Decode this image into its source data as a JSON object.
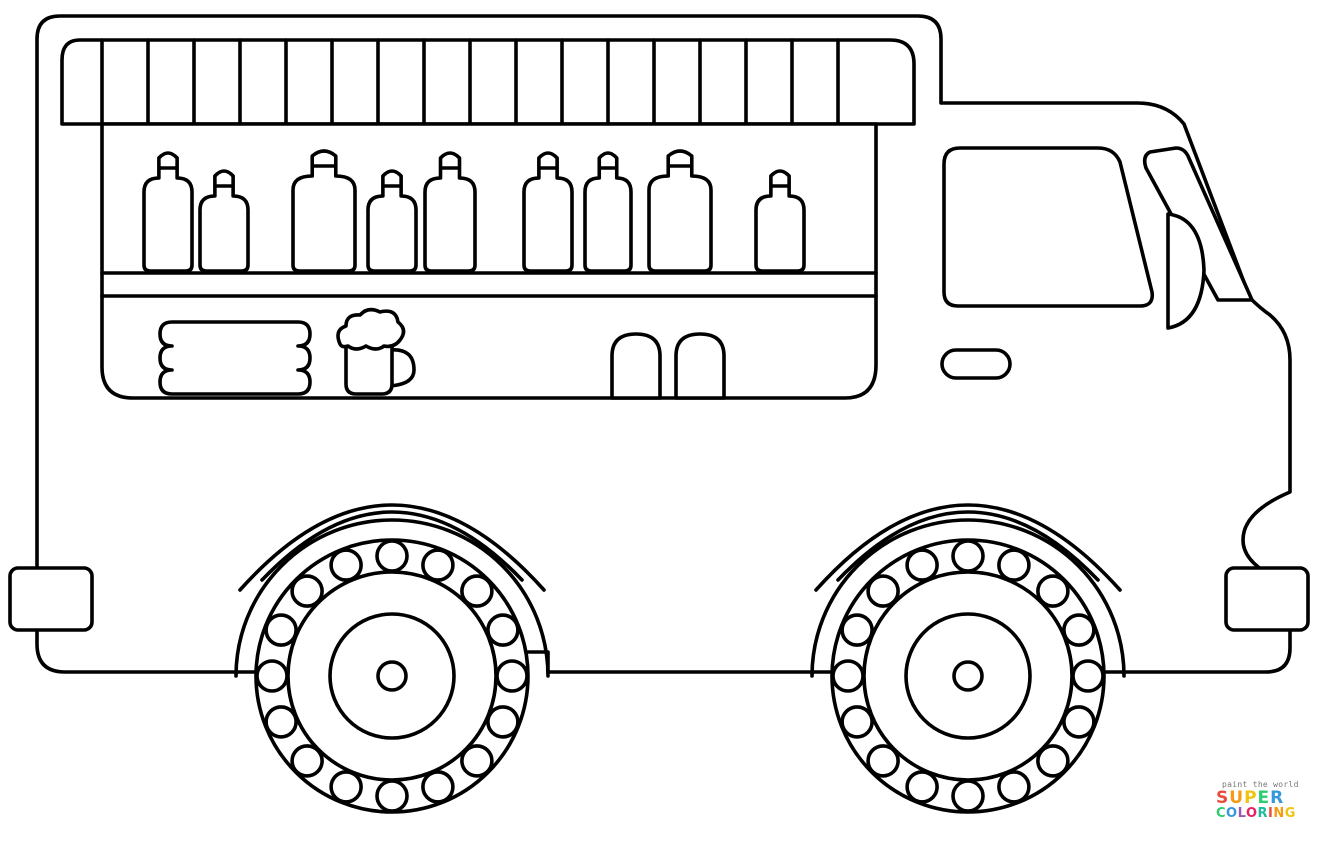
{
  "image": {
    "subject": "food-truck-coloring-page",
    "colors": {
      "stroke": "#000000",
      "fill": "#ffffff",
      "background": "#ffffff"
    }
  },
  "watermark": {
    "tagline": "paint the world",
    "brand_line1": "SUPER",
    "brand_line2": "COLORING",
    "colors": [
      "#e84c3d",
      "#f39c12",
      "#f1c40f",
      "#2ecc71",
      "#3498db",
      "#9b59b6",
      "#e91e63",
      "#1abc9c"
    ]
  }
}
